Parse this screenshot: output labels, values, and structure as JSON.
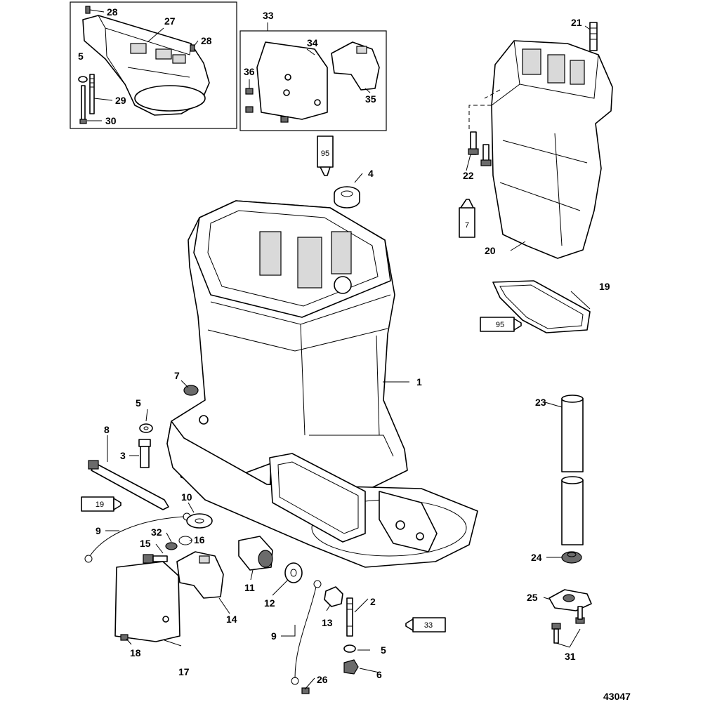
{
  "diagram": {
    "figure_number": "43047",
    "callouts": {
      "c1": "1",
      "c2": "2",
      "c3": "3",
      "c4": "4",
      "c5a": "5",
      "c5b": "5",
      "c5c": "5",
      "c6": "6",
      "c7": "7",
      "c8": "8",
      "c9a": "9",
      "c9b": "9",
      "c10": "10",
      "c11": "11",
      "c12": "12",
      "c13": "13",
      "c14": "14",
      "c15": "15",
      "c16": "16",
      "c17": "17",
      "c18": "18",
      "c19": "19",
      "c20": "20",
      "c21": "21",
      "c22": "22",
      "c23": "23",
      "c24": "24",
      "c25": "25",
      "c26": "26",
      "c27": "27",
      "c28a": "28",
      "c28b": "28",
      "c29": "29",
      "c30": "30",
      "c31": "31",
      "c32": "32",
      "c33": "33",
      "c34": "34",
      "c35": "35",
      "c36": "36"
    },
    "tubes": {
      "t95_top": "95",
      "t7": "7",
      "t95_right": "95",
      "t19": "19",
      "t33": "33"
    }
  }
}
